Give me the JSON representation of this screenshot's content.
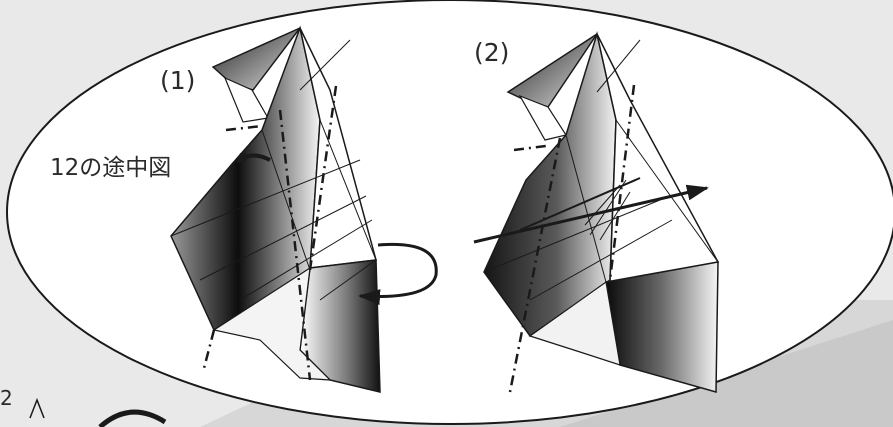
{
  "labels": {
    "step1": "(1)",
    "step2": "(2)",
    "intermediate": "12の途中図",
    "corner_number": "2"
  },
  "colors": {
    "page_background": "#e9e9e9",
    "ellipse_fill": "#ffffff",
    "ink": "#1a1a1a",
    "paper_shade_dark": "#0d0d0d",
    "paper_shade_light": "#ffffff"
  }
}
